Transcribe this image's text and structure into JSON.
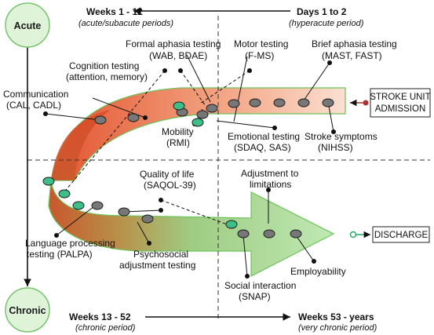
{
  "phases": {
    "acute": "Acute",
    "chronic": "Chronic"
  },
  "periods": {
    "top_left_title": "Weeks 1 - 12",
    "top_left_sub": "(acute/subacute periods)",
    "top_right_title": "Days 1 to 2",
    "top_right_sub": "(hyperacute period)",
    "bottom_left_title": "Weeks 13 - 52",
    "bottom_left_sub": "(chronic period)",
    "bottom_right_title": "Weeks 53 - years",
    "bottom_right_sub": "(very chronic period)"
  },
  "boxes": {
    "admission_1": "STROKE UNIT",
    "admission_2": "ADMISSION",
    "discharge": "DISCHARGE"
  },
  "labels": {
    "formal_aphasia_1": "Formal aphasia testing",
    "formal_aphasia_2": "(WAB, BDAE)",
    "motor_1": "Motor testing",
    "motor_2": "(F-MS)",
    "brief_aphasia_1": "Brief aphasia testing",
    "brief_aphasia_2": "(MAST, FAST)",
    "cognition_1": "Cognition testing",
    "cognition_2": "(attention, memory)",
    "communication_1": "Communication",
    "communication_2": "(CAL, CADL)",
    "mobility_1": "Mobility",
    "mobility_2": "(RMI)",
    "emotional_1": "Emotional testing",
    "emotional_2": "(SDAQ, SAS)",
    "stroke_symptoms_1": "Stroke symptoms",
    "stroke_symptoms_2": "(NIHSS)",
    "quality_1": "Quality of life",
    "quality_2": "(SAQOL-39)",
    "adjustment_1": "Adjustment to",
    "adjustment_2": "limitations",
    "language_1": "Language processing",
    "language_2": "testing (PALPA)",
    "psychosocial_1": "Psychosocial",
    "psychosocial_2": "adjustment testing",
    "social_1": "Social interaction",
    "social_2": "(SNAP)",
    "employability": "Employability"
  },
  "colors": {
    "acute_red": "#e04a2a",
    "chronic_green": "#8fd08a",
    "circle_fill": "#d9f2d4",
    "circle_stroke": "#66bb66",
    "node_gray": "#777777",
    "node_teal": "#33bb88"
  }
}
